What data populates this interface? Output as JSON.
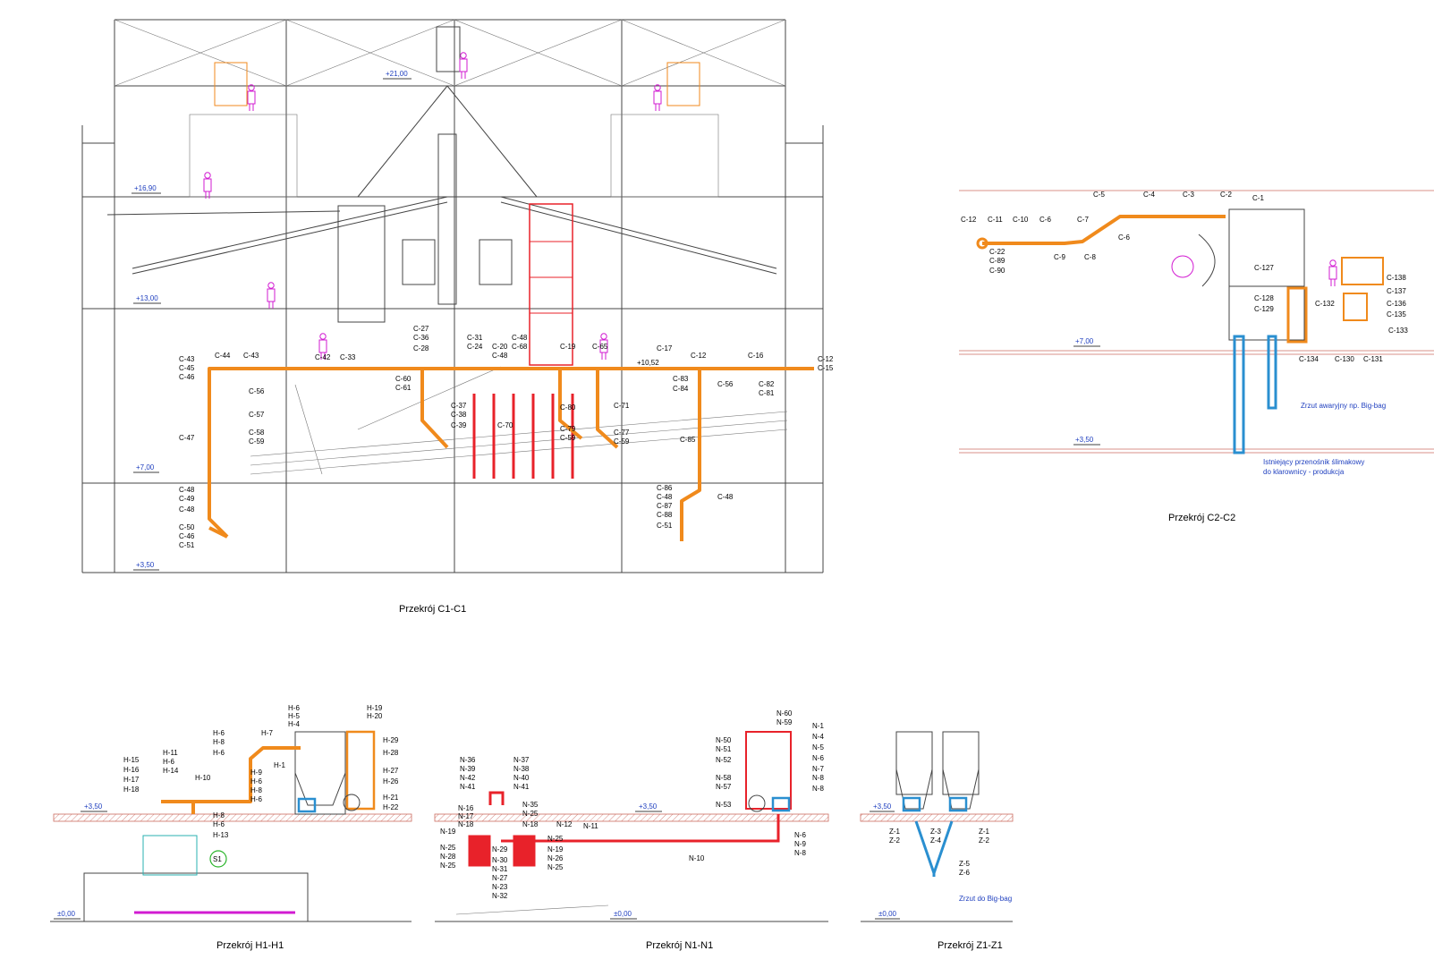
{
  "colors": {
    "orange_duct": "#f08a1c",
    "red_equipment": "#e8222a",
    "blue_equipment": "#2a8fd0",
    "person_magenta": "#d21bd2",
    "level_text": "#1f3fbf",
    "floor_hatch": "#cc6b60"
  },
  "sections": {
    "c1": {
      "title": "Przekrój C1-C1",
      "levels": [
        "+21,00",
        "+16,90",
        "+13,00",
        "+7,00",
        "+3,50",
        "+10,52"
      ],
      "labels": [
        "C-43",
        "C-45",
        "C-46",
        "C-44",
        "C-43",
        "C-56",
        "C-57",
        "C-58",
        "C-59",
        "C-47",
        "C-48",
        "C-49",
        "C-48",
        "C-50",
        "C-46",
        "C-51",
        "C-27",
        "C-36",
        "C-28",
        "C-31",
        "C-24",
        "C-20",
        "C-48",
        "C-48",
        "C-68",
        "C-19",
        "C-65",
        "C-17",
        "C-12",
        "C-16",
        "C-12",
        "C-15",
        "C-83",
        "C-84",
        "C-56",
        "C-82",
        "C-81",
        "C-85",
        "C-86",
        "C-48",
        "C-87",
        "C-88",
        "C-51",
        "C-48",
        "C-42",
        "C-33",
        "C-37",
        "C-38",
        "C-39",
        "C-60",
        "C-61",
        "C-80",
        "C-79",
        "C-59",
        "C-77",
        "C-59",
        "C-71",
        "C-70"
      ]
    },
    "c2": {
      "title": "Przekrój C2-C2",
      "levels": [
        "+7,00",
        "+3,50"
      ],
      "labels": [
        "C-12",
        "C-11",
        "C-10",
        "C-6",
        "C-7",
        "C-5",
        "C-4",
        "C-3",
        "C-2",
        "C-1",
        "C-22",
        "C-89",
        "C-90",
        "C-9",
        "C-8",
        "C-6",
        "C-127",
        "C-128",
        "C-129",
        "C-138",
        "C-137",
        "C-136",
        "C-135",
        "C-133",
        "C-132",
        "C-134",
        "C-130",
        "C-131"
      ],
      "note_bigbag": "Zrzut awaryjny np. Big-bag",
      "note_screw": [
        "Istniejący przenośnik ślimakowy",
        "do klarownicy - produkcja"
      ]
    },
    "h1": {
      "title": "Przekrój H1-H1",
      "levels": [
        "+3,50",
        "±0,00"
      ],
      "labels": [
        "H-6",
        "H-5",
        "H-4",
        "H-19",
        "H-20",
        "H-6",
        "H-8",
        "H-6",
        "H-7",
        "H-29",
        "H-28",
        "H-1",
        "H-27",
        "H-26",
        "H-15",
        "H-16",
        "H-17",
        "H-18",
        "H-11",
        "H-6",
        "H-14",
        "H-10",
        "H-9",
        "H-6",
        "H-8",
        "H-6",
        "H-21",
        "H-22",
        "H-8",
        "H-6",
        "H-13"
      ],
      "marker": "S1"
    },
    "n1": {
      "title": "Przekrój N1-N1",
      "levels": [
        "+3,50",
        "±0,00"
      ],
      "labels": [
        "N-36",
        "N-39",
        "N-42",
        "N-41",
        "N-37",
        "N-38",
        "N-40",
        "N-41",
        "N-60",
        "N-59",
        "N-50",
        "N-51",
        "N-52",
        "N-58",
        "N-57",
        "N-53",
        "N-1",
        "N-4",
        "N-5",
        "N-6",
        "N-7",
        "N-8",
        "N-8",
        "N-16",
        "N-17",
        "N-18",
        "N-19",
        "N-35",
        "N-25",
        "N-18",
        "N-12",
        "N-11",
        "N-25",
        "N-19",
        "N-26",
        "N-25",
        "N-25",
        "N-28",
        "N-25",
        "N-29",
        "N-30",
        "N-31",
        "N-27",
        "N-23",
        "N-32",
        "N-10",
        "N-6",
        "N-9",
        "N-8"
      ]
    },
    "z1": {
      "title": "Przekrój Z1-Z1",
      "levels": [
        "+3,50",
        "±0,00"
      ],
      "labels": [
        "Z-1",
        "Z-2",
        "Z-3",
        "Z-4",
        "Z-1",
        "Z-2",
        "Z-5",
        "Z-6"
      ],
      "note_bigbag": "Zrzut do Big-bag"
    }
  }
}
